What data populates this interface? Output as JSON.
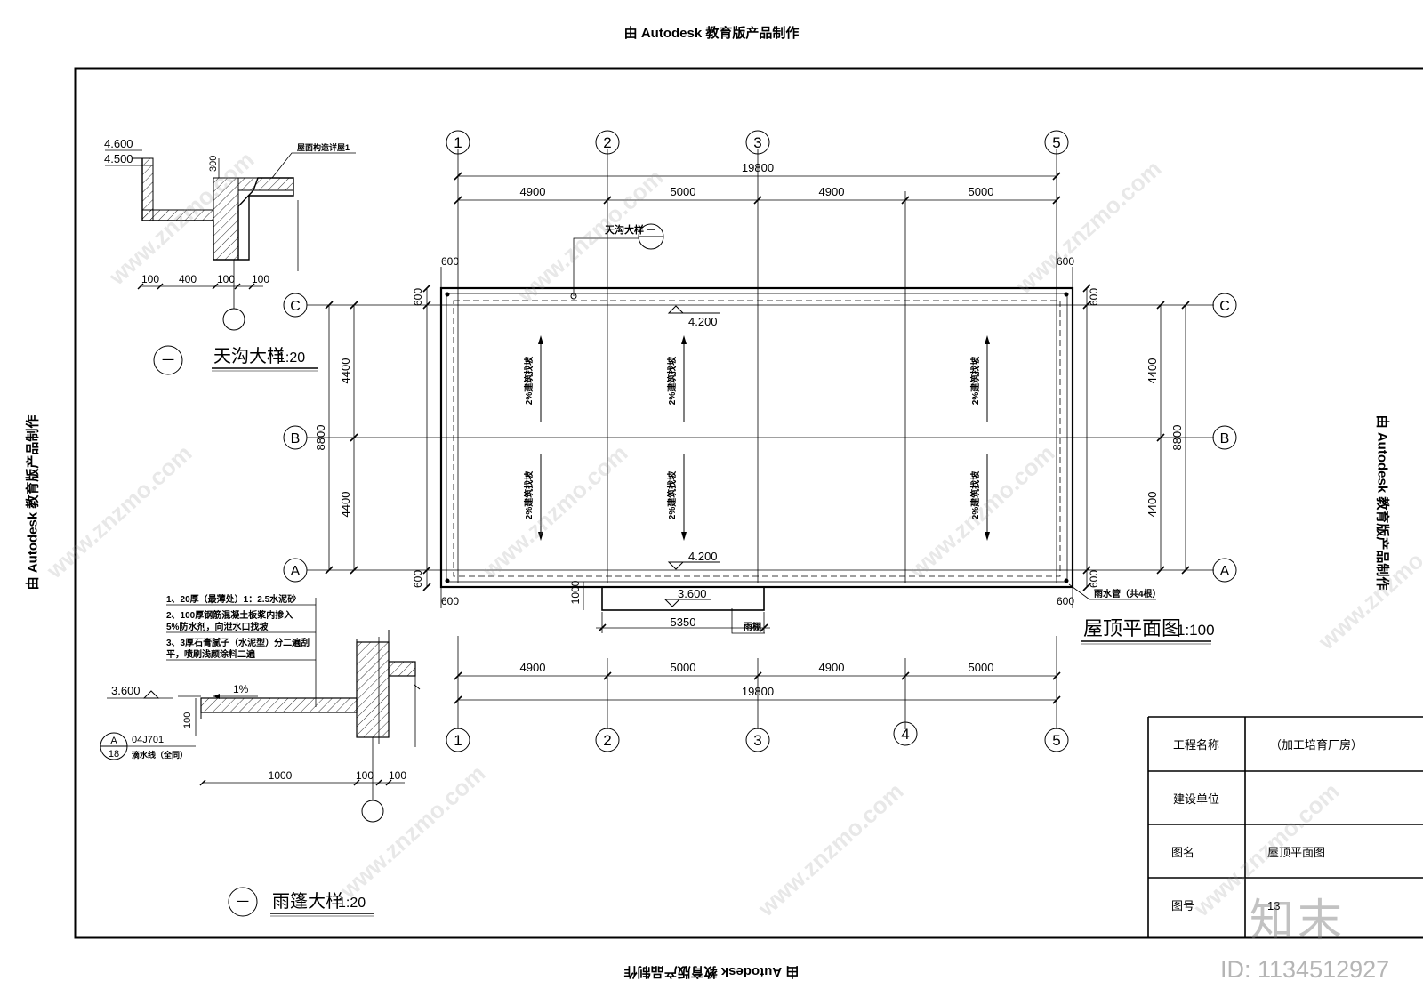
{
  "stamp": "由 Autodesk 教育版产品制作",
  "axes": {
    "cols": [
      "1",
      "2",
      "3",
      "4",
      "5"
    ],
    "rows": [
      "A",
      "B",
      "C"
    ]
  },
  "dims": {
    "total": "19800",
    "bays": [
      "4900",
      "5000",
      "4900",
      "5000"
    ],
    "depth": "8800",
    "half": "4400",
    "overhang": "600",
    "canopy_width": "5350",
    "canopy_depth": "1000"
  },
  "plan": {
    "title": "屋顶平面图",
    "scale": "1:100",
    "gutter_tag": "天沟大样",
    "detail_one_mark": "一",
    "elev_roof": "4.200",
    "elev_canopy": "3.600",
    "slope_label": "2%建筑找坡",
    "downpipe": "雨水管（共4根）",
    "canopy": "雨棚"
  },
  "gutter_detail": {
    "title": "天沟大样",
    "scale": "1:20",
    "mark": "一",
    "elev1": "4.600",
    "elev2": "4.500",
    "note": "屋面构造详屋1",
    "height": "300",
    "dims": [
      "100",
      "400",
      "100",
      "100"
    ]
  },
  "canopy_detail": {
    "title": "雨篷大样",
    "scale": "1:20",
    "mark": "一",
    "notes": [
      "1、20厚（最薄处）1：2.5水泥砂",
      "2、100厚钢筋混凝土板浆内掺入",
      "5%防水剂，向泄水口找坡",
      "3、3厚石膏腻子（水泥型）分二遍刮",
      "平，喷刷浅颜涂料二遍"
    ],
    "elev": "3.600",
    "slope": "1%",
    "thick": "100",
    "ref_top": "A",
    "ref_bottom": "18",
    "ref_code": "04J701",
    "drip": "滴水线（全同）",
    "dims": [
      "1000",
      "100",
      "100"
    ]
  },
  "titleblock": {
    "rows": [
      {
        "label": "工程名称",
        "value": "（加工培育厂房）"
      },
      {
        "label": "建设单位",
        "value": ""
      },
      {
        "label": "图名",
        "value": "屋顶平面图"
      },
      {
        "label": "图号",
        "value": "13"
      }
    ]
  },
  "watermark": {
    "text": "www.znzmo.com",
    "logo": "知末",
    "id": "ID: 1134512927"
  }
}
